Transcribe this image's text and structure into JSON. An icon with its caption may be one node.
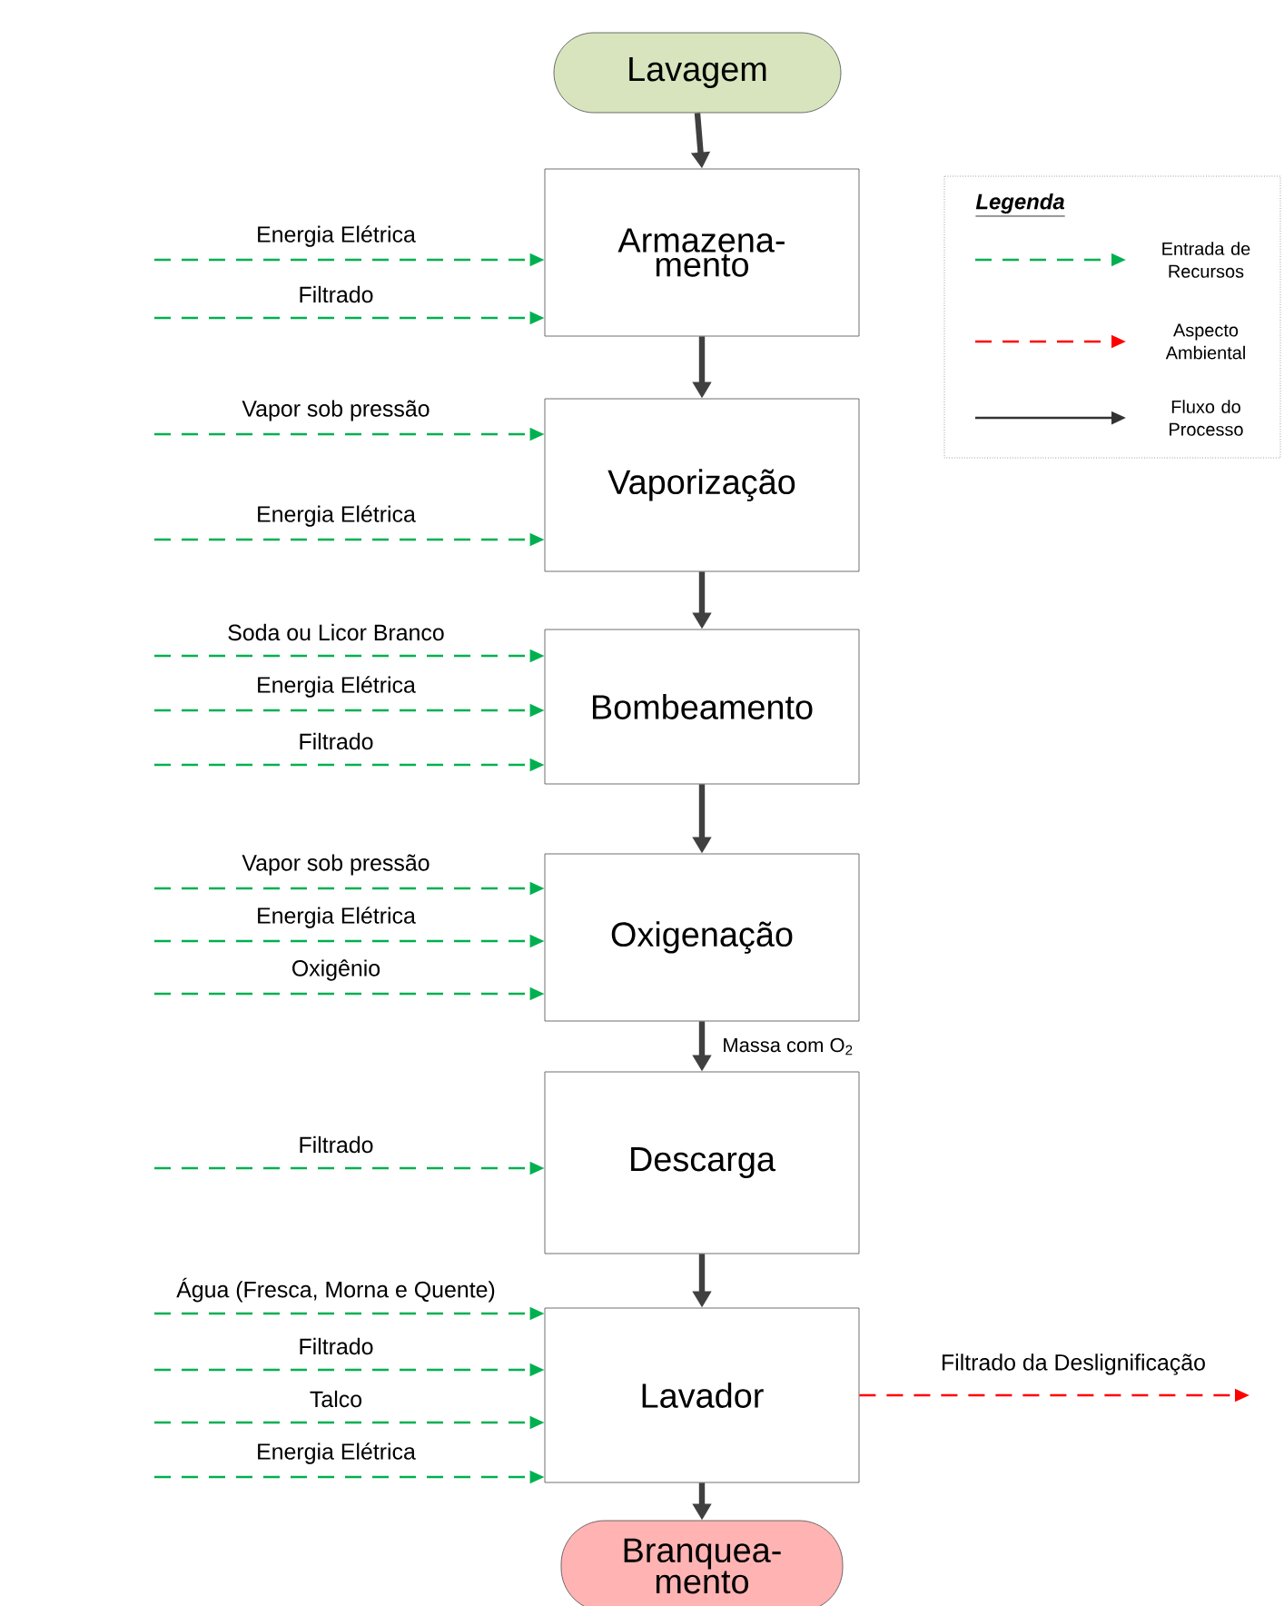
{
  "diagram": {
    "nodes": [
      {
        "text": [
          "Lavagem"
        ]
      },
      {
        "text": [
          "Armazena- mento"
        ]
      },
      {
        "text": [
          "Vaporização"
        ]
      },
      {
        "text": [
          "Bombeamento"
        ]
      },
      {
        "text": [
          "Oxigenação"
        ]
      },
      {
        "text": [
          "Descarga"
        ]
      },
      {
        "text": [
          "Lavador"
        ]
      },
      {
        "text": [
          "Branquea- mento"
        ]
      }
    ],
    "edges": [
      {
        "from": 0,
        "to": 1,
        "arrow": "to",
        "style": "thick",
        "color": "#404040"
      },
      {
        "from": null,
        "to": 1,
        "arrow": "to",
        "label": "Energia Elétrica",
        "style": "dashed"
      },
      {
        "from": null,
        "to": 1,
        "arrow": "to",
        "label": "Filtrado",
        "style": "dashed"
      },
      {
        "from": 1,
        "to": 2,
        "arrow": "to",
        "style": "thick",
        "color": "#404040"
      },
      {
        "from": null,
        "to": 2,
        "arrow": "to",
        "label": "Vapor sob pressão",
        "style": "dashed"
      },
      {
        "from": null,
        "to": 2,
        "arrow": "to",
        "label": "Energia Elétrica",
        "style": "dashed"
      },
      {
        "from": 2,
        "to": 3,
        "arrow": "to",
        "style": "thick",
        "color": "#404040"
      },
      {
        "from": null,
        "to": 3,
        "arrow": "to",
        "label": "Soda ou Licor Branco",
        "style": "dashed"
      },
      {
        "from": null,
        "to": 3,
        "arrow": "to",
        "label": "Energia Elétrica",
        "style": "dashed"
      },
      {
        "from": null,
        "to": 3,
        "arrow": "to",
        "label": "Filtrado",
        "style": "dashed"
      },
      {
        "from": 3,
        "to": 4,
        "arrow": "to",
        "style": "thick",
        "color": "#404040"
      },
      {
        "from": null,
        "to": 4,
        "arrow": "to",
        "label": "Vapor sob pressão",
        "style": "dashed"
      },
      {
        "from": null,
        "to": 4,
        "arrow": "to",
        "label": "Energia Elétrica",
        "style": "dashed"
      },
      {
        "from": null,
        "to": 4,
        "arrow": "to",
        "label": "Oxigênio",
        "style": "dashed"
      },
      {
        "from": 4,
        "to": 5,
        "arrow": "to",
        "label": "Massa com O$_{2}$",
        "style": "thick",
        "color": "#404040"
      },
      {
        "from": null,
        "to": 5,
        "arrow": "to",
        "label": "Filtrado",
        "style": "dashed"
      },
      {
        "from": 5,
        "to": 6,
        "arrow": "to",
        "style": "thick",
        "color": "#404040"
      },
      {
        "from": null,
        "to": 6,
        "arrow": "to",
        "label": "Água (Fresca, Morna e Quente)",
        "style": "dashed"
      },
      {
        "from": null,
        "to": 6,
        "arrow": "to",
        "label": "Filtrado",
        "style": "dashed"
      },
      {
        "from": null,
        "to": 6,
        "arrow": "to",
        "label": "Talco",
        "style": "dashed"
      },
      {
        "from": null,
        "to": 6,
        "arrow": "to",
        "label": "Energia Elétrica",
        "style": "dashed"
      },
      {
        "from": 6,
        "to": null,
        "arrow": "to",
        "label": "Filtrado da Deslignificação",
        "style": "dashed",
        "color": "#ff0000"
      },
      {
        "from": 6,
        "to": 7,
        "arrow": "to",
        "style": "thick",
        "color": "#404040"
      }
    ],
    "labels": [
      "Legenda"
    ],
    "legend": [
      {
        "text": "Entrada de Recursos"
      },
      {
        "text": "Aspecto Ambiental"
      },
      {
        "text": "Fluxo do Processo"
      }
    ]
  }
}
